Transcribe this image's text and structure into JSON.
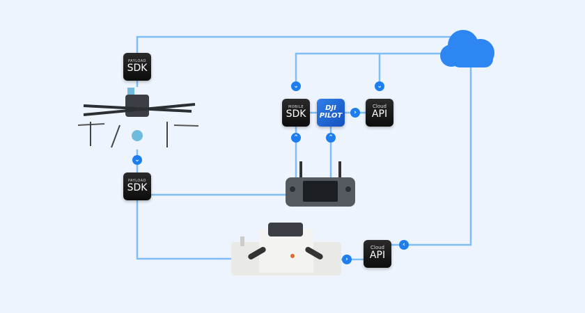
{
  "colors": {
    "line": "#80bcf6",
    "chevron": "#1e7ef0",
    "cloud": "#2e86f2",
    "background": "#eef4fd"
  },
  "boxes": {
    "payload_sdk_top": {
      "small": "PAYLOAD",
      "big": "SDK"
    },
    "payload_sdk_bottom": {
      "small": "PAYLOAD",
      "big": "SDK"
    },
    "mobile_sdk": {
      "small": "MOBILE",
      "big": "SDK"
    },
    "dji_pilot": {
      "line1": "DJI",
      "line2": "PILOT"
    },
    "cloud_api_top": {
      "small": "Cloud",
      "big": "API"
    },
    "cloud_api_bottom": {
      "small": "Cloud",
      "big": "API"
    }
  },
  "icons": [
    "cloud-icon",
    "drone-image",
    "remote-controller-image",
    "dock-image",
    "chevron-icon"
  ]
}
